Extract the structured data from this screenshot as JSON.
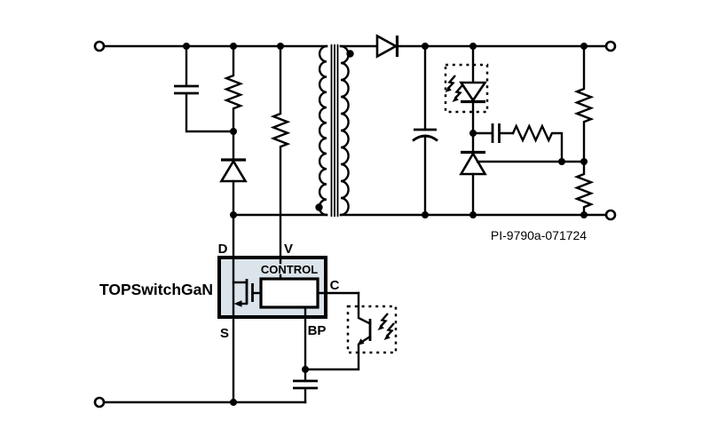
{
  "diagram": {
    "type": "circuit-schematic",
    "description": "Flyback power supply schematic using a TOPSwitchGaN IC",
    "part_number": "PI-9790a-071724",
    "colors": {
      "background": "#ffffff",
      "wire": "#000000",
      "ic_fill": "#dce4eb",
      "text": "#000000"
    },
    "ic": {
      "name_label": "TOPSwitchGaN",
      "control_label": "CONTROL",
      "pins": {
        "drain": "D",
        "line_voltage": "V",
        "control": "C",
        "source": "S",
        "bypass": "BP"
      }
    },
    "components": [
      {
        "id": "input-terminal-top",
        "type": "terminal"
      },
      {
        "id": "input-terminal-bottom",
        "type": "terminal"
      },
      {
        "id": "clamp-capacitor",
        "type": "capacitor"
      },
      {
        "id": "clamp-resistor",
        "type": "resistor"
      },
      {
        "id": "clamp-diode",
        "type": "diode"
      },
      {
        "id": "line-sense-resistor",
        "type": "resistor"
      },
      {
        "id": "flyback-transformer",
        "type": "transformer-with-core-and-phase-dots"
      },
      {
        "id": "output-diode",
        "type": "diode"
      },
      {
        "id": "output-capacitor",
        "type": "polarized-capacitor"
      },
      {
        "id": "optocoupler-led",
        "type": "led-in-dashed-box"
      },
      {
        "id": "optocoupler-phototransistor",
        "type": "phototransistor-in-dashed-box"
      },
      {
        "id": "feedback-capacitor",
        "type": "capacitor"
      },
      {
        "id": "feedback-resistor",
        "type": "resistor"
      },
      {
        "id": "shunt-regulator",
        "type": "zener-diode"
      },
      {
        "id": "upper-divider-resistor",
        "type": "resistor"
      },
      {
        "id": "lower-divider-resistor",
        "type": "resistor"
      },
      {
        "id": "bypass-capacitor",
        "type": "capacitor"
      },
      {
        "id": "output-terminal-top",
        "type": "terminal"
      },
      {
        "id": "output-terminal-bottom",
        "type": "terminal"
      }
    ]
  }
}
